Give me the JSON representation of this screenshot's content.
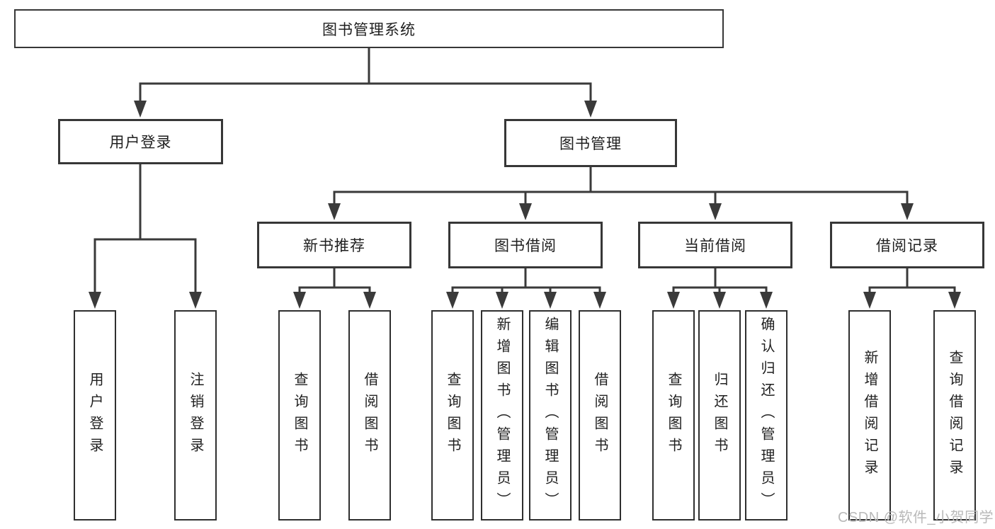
{
  "tree": {
    "root": "图书管理系统",
    "children": [
      {
        "label": "用户登录",
        "children": [
          {
            "label": "用户登录"
          },
          {
            "label": "注销登录"
          }
        ]
      },
      {
        "label": "图书管理",
        "children": [
          {
            "label": "新书推荐",
            "children": [
              {
                "label": "查询图书"
              },
              {
                "label": "借阅图书"
              }
            ]
          },
          {
            "label": "图书借阅",
            "children": [
              {
                "label": "查询图书"
              },
              {
                "label": "新增图书（管理员）"
              },
              {
                "label": "编辑图书（管理员）"
              },
              {
                "label": "借阅图书"
              }
            ]
          },
          {
            "label": "当前借阅",
            "children": [
              {
                "label": "查询图书"
              },
              {
                "label": "归还图书"
              },
              {
                "label": "确认归还（管理员）"
              }
            ]
          },
          {
            "label": "借阅记录",
            "children": [
              {
                "label": "新增借阅记录"
              },
              {
                "label": "查询借阅记录"
              }
            ]
          }
        ]
      }
    ]
  },
  "watermark": {
    "text": "CSDN @软件_小贺同学"
  },
  "colors": {
    "line": "#3a3a3a",
    "border": "#333333",
    "text": "#1f1f1f",
    "background": "#ffffff",
    "watermark": "#b9b9b9"
  }
}
